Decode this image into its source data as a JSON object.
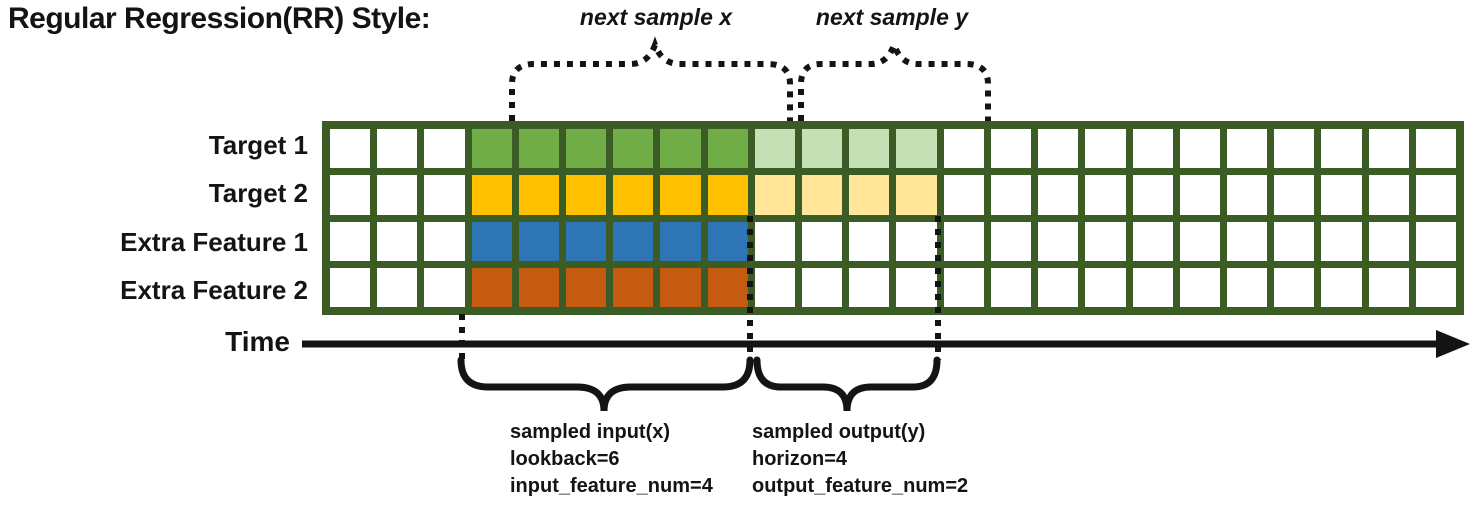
{
  "title": "Regular Regression(RR) Style:",
  "annotations": {
    "next_x": "next sample x",
    "next_y": "next sample y",
    "time": "Time",
    "input": {
      "lines": [
        "sampled input(x)",
        "lookback=6",
        "input_feature_num=4"
      ]
    },
    "output": {
      "lines": [
        "sampled output(y)",
        "horizon=4",
        "output_feature_num=2"
      ]
    }
  },
  "palette": {
    "border_green": "#3C5C26",
    "w": "#FFFFFF",
    "g": "#70AD47",
    "gl": "#C5E0B4",
    "y": "#FFC000",
    "yl": "#FFE699",
    "b": "#2E75B6",
    "o": "#C55A11",
    "line_black": "#141414"
  },
  "grid": {
    "columns": 24,
    "rows": [
      {
        "label": "Target 1",
        "cells": [
          "w",
          "w",
          "w",
          "g",
          "g",
          "g",
          "g",
          "g",
          "g",
          "gl",
          "gl",
          "gl",
          "gl",
          "w",
          "w",
          "w",
          "w",
          "w",
          "w",
          "w",
          "w",
          "w",
          "w",
          "w"
        ]
      },
      {
        "label": "Target 2",
        "cells": [
          "w",
          "w",
          "w",
          "y",
          "y",
          "y",
          "y",
          "y",
          "y",
          "yl",
          "yl",
          "yl",
          "yl",
          "w",
          "w",
          "w",
          "w",
          "w",
          "w",
          "w",
          "w",
          "w",
          "w",
          "w"
        ]
      },
      {
        "label": "Extra Feature 1",
        "cells": [
          "w",
          "w",
          "w",
          "b",
          "b",
          "b",
          "b",
          "b",
          "b",
          "w",
          "w",
          "w",
          "w",
          "w",
          "w",
          "w",
          "w",
          "w",
          "w",
          "w",
          "w",
          "w",
          "w",
          "w"
        ]
      },
      {
        "label": "Extra Feature 2",
        "cells": [
          "w",
          "w",
          "w",
          "o",
          "o",
          "o",
          "o",
          "o",
          "o",
          "w",
          "w",
          "w",
          "w",
          "w",
          "w",
          "w",
          "w",
          "w",
          "w",
          "w",
          "w",
          "w",
          "w",
          "w"
        ]
      }
    ]
  }
}
